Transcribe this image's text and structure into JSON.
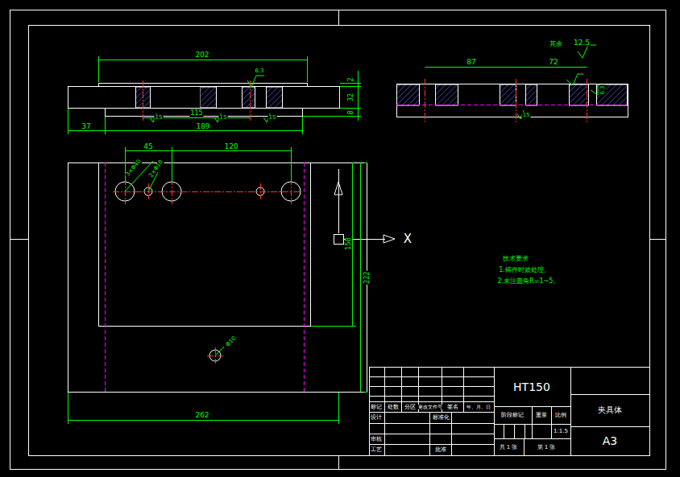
{
  "diagram": {
    "labels": [
      "202",
      "6.3",
      "2",
      "32",
      "8",
      "37",
      "115",
      "189",
      "15",
      "15",
      "15",
      "45",
      "120",
      "3×Φ40",
      "2×Φ10",
      "Φ10",
      "158",
      "222",
      "262",
      "X",
      "87",
      "72",
      "6.3",
      "其余",
      "12.5",
      "技术要求",
      "1.铸件时效处理。",
      "2.未注圆角R=1~5。",
      "HT150",
      "夹具体",
      "A3",
      "标记",
      "处数",
      "分区",
      "更改文件号",
      "签名",
      "年、月、日",
      "设计",
      "标准化",
      "审核",
      "工艺",
      "批准",
      "阶段标记",
      "重量",
      "比例",
      "1:1.5",
      "共 1 张",
      "第 1 张",
      "15"
    ]
  }
}
